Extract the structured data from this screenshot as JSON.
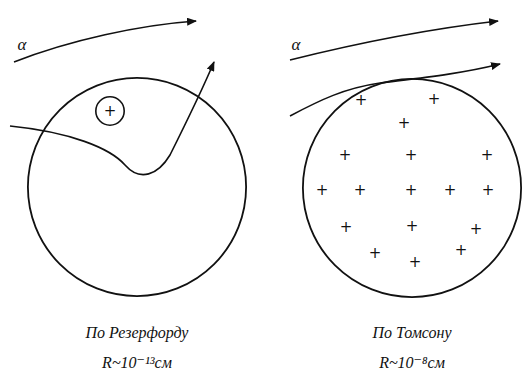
{
  "diagram": {
    "nodes": [
      {
        "text": [
          "По Резерфорду",
          "R~10⁻¹³см"
        ]
      },
      {
        "text": [
          "+"
        ],
        "in": 0
      },
      {
        "text": [
          "По Томсону",
          "R~10⁻⁸см",
          "+",
          "+",
          "+",
          "+",
          "+",
          "+",
          "+",
          "+",
          "+",
          "+",
          "+",
          "+",
          "+",
          "+",
          "+",
          "+",
          "+"
        ]
      }
    ],
    "labels": [
      "α",
      "α"
    ]
  }
}
